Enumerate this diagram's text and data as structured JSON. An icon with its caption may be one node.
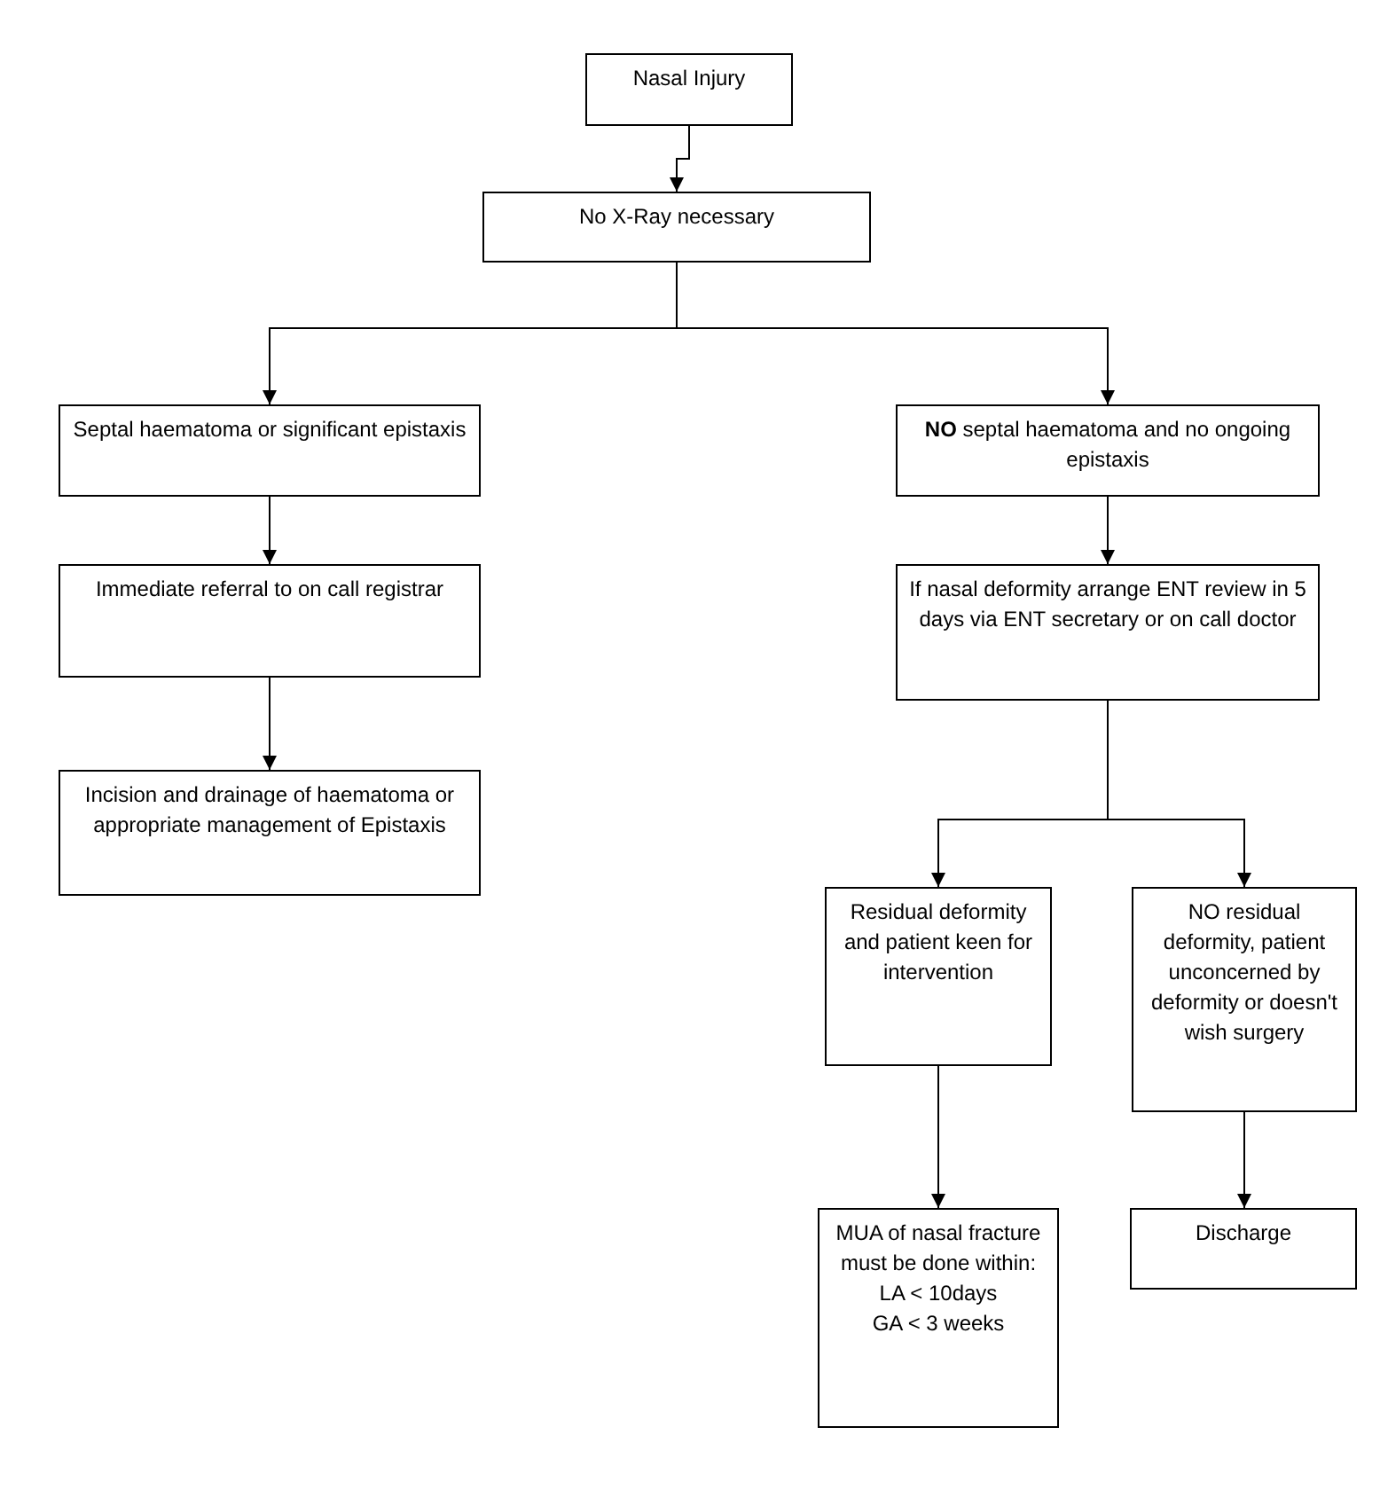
{
  "diagram": {
    "nodes": [
      {
        "text": [
          "Nasal Injury"
        ]
      },
      {
        "text": [
          "No X-Ray necessary"
        ]
      },
      {
        "text": [
          "Septal haematoma or significant epistaxis"
        ]
      },
      {
        "text": [
          "**NO** septal haematoma and no ongoing epistaxis"
        ]
      },
      {
        "text": [
          "Immediate referral to on call registrar"
        ]
      },
      {
        "text": [
          "If nasal deformity arrange ENT review in 5 days via ENT secretary or on call doctor"
        ]
      },
      {
        "text": [
          "Incision and drainage of haematoma or appropriate management of Epistaxis"
        ]
      },
      {
        "text": [
          "Residual deformity and patient keen for intervention"
        ]
      },
      {
        "text": [
          "NO residual deformity, patient unconcerned by deformity or doesn't wish surgery"
        ]
      },
      {
        "text": [
          "MUA of nasal fracture must be done within:",
          "LA < 10days",
          "GA < 3 weeks"
        ]
      },
      {
        "text": [
          "Discharge"
        ]
      }
    ],
    "edges": [
      {
        "from": 0,
        "to": 1,
        "arrow": "to"
      },
      {
        "from": 1,
        "to": 2,
        "arrow": "to"
      },
      {
        "from": 1,
        "to": 3,
        "arrow": "to"
      },
      {
        "from": 2,
        "to": 4,
        "arrow": "to"
      },
      {
        "from": 4,
        "to": 6,
        "arrow": "to"
      },
      {
        "from": 3,
        "to": 5,
        "arrow": "to"
      },
      {
        "from": 5,
        "to": 7,
        "arrow": "to"
      },
      {
        "from": 5,
        "to": 8,
        "arrow": "to"
      },
      {
        "from": 7,
        "to": 9,
        "arrow": "to"
      },
      {
        "from": 8,
        "to": 10,
        "arrow": "to"
      }
    ]
  }
}
